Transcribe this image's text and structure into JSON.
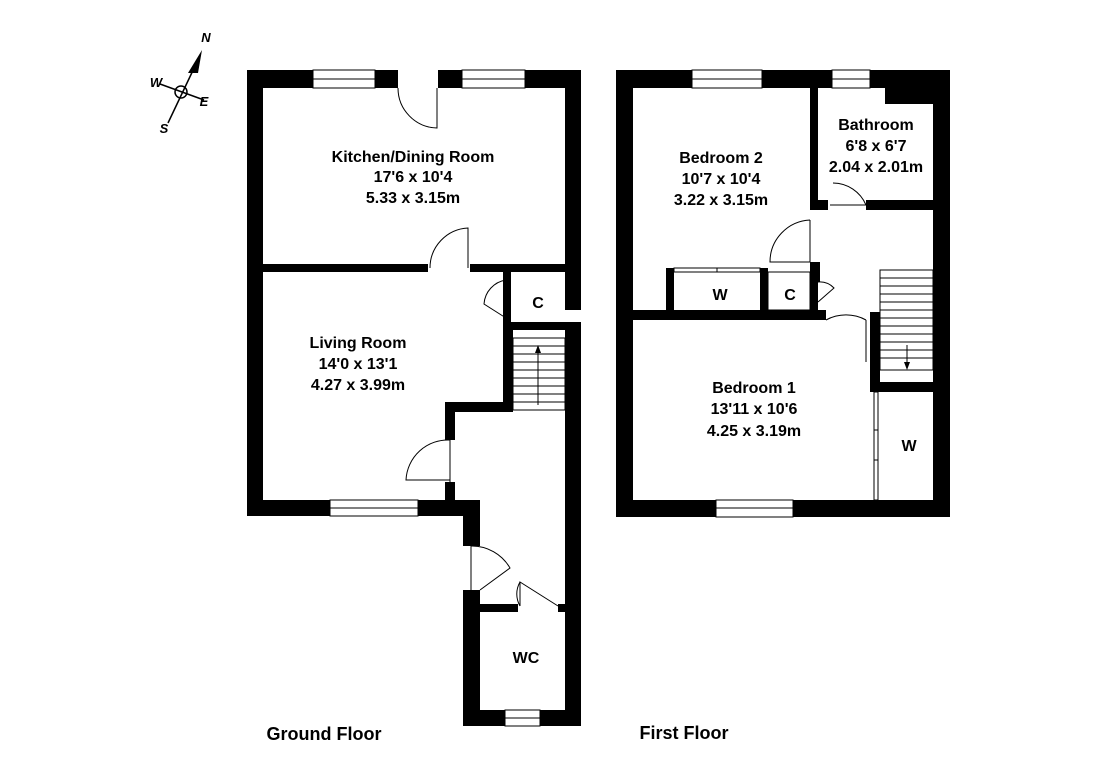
{
  "compass": {
    "n": "N",
    "e": "E",
    "s": "S",
    "w": "W"
  },
  "ground_floor": {
    "label": "Ground Floor",
    "kitchen": {
      "name": "Kitchen/Dining Room",
      "imperial": "17'6 x 10'4",
      "metric": "5.33 x 3.15m"
    },
    "living": {
      "name": "Living Room",
      "imperial": "14'0 x 13'1",
      "metric": "4.27 x 3.99m"
    },
    "cupboard": "C",
    "wc": "WC"
  },
  "first_floor": {
    "label": "First Floor",
    "bedroom2": {
      "name": "Bedroom 2",
      "imperial": "10'7 x 10'4",
      "metric": "3.22 x 3.15m"
    },
    "bathroom": {
      "name": "Bathroom",
      "imperial": "6'8 x 6'7",
      "metric": "2.04 x 2.01m"
    },
    "bedroom1": {
      "name": "Bedroom 1",
      "imperial": "13'11 x 10'6",
      "metric": "4.25 x 3.19m"
    },
    "wardrobe_upper": "W",
    "cupboard": "C",
    "wardrobe_lower": "W"
  }
}
